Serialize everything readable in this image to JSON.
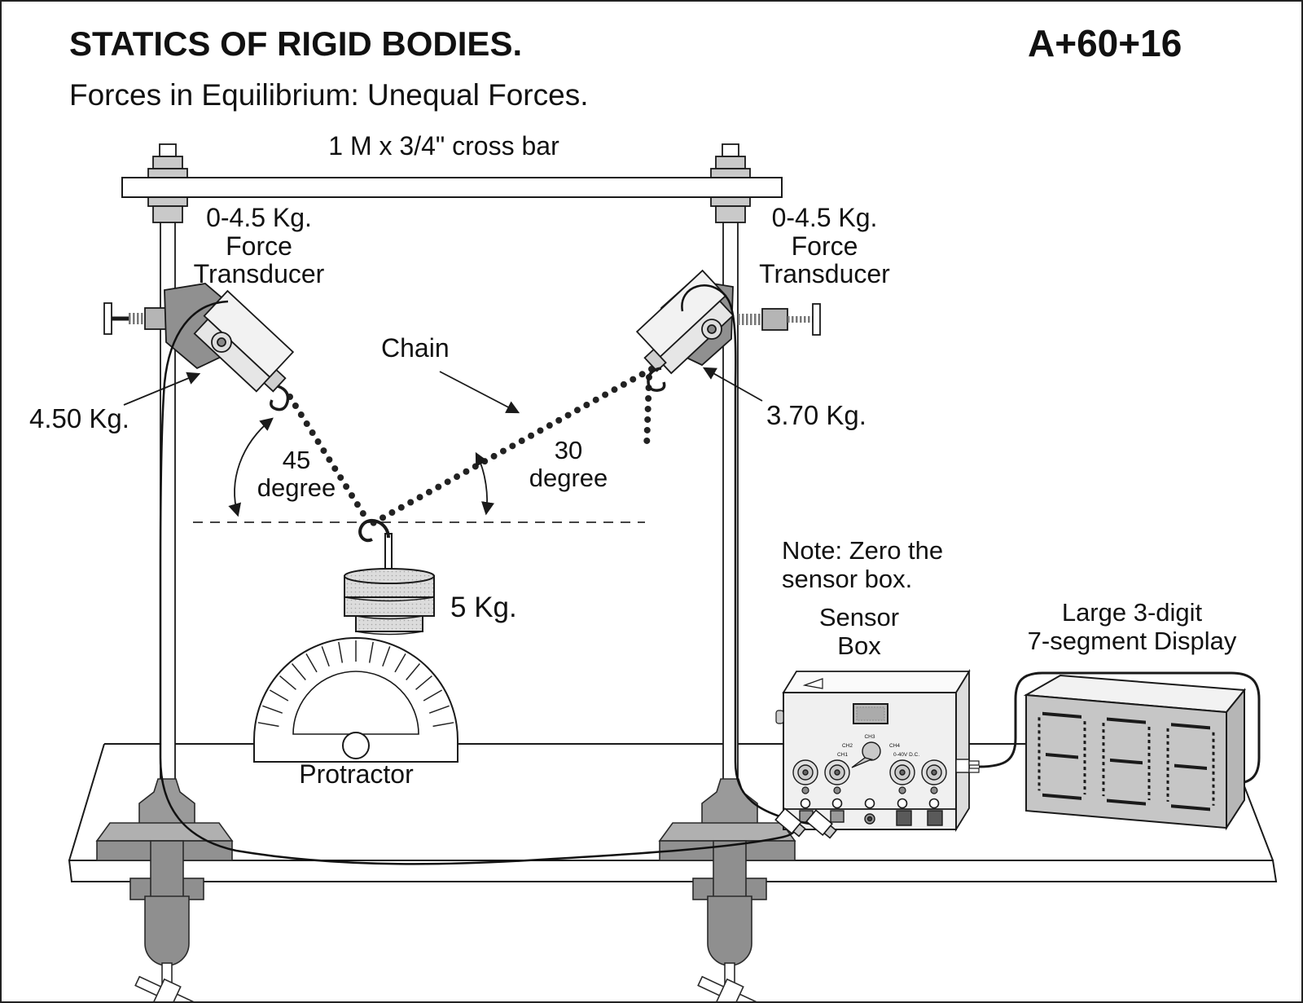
{
  "header": {
    "title": "STATICS OF RIGID BODIES.",
    "subtitle": "Forces in Equilibrium:  Unequal Forces.",
    "code": "A+60+16"
  },
  "labels": {
    "cross_bar": "1 M x 3/4\" cross bar",
    "left_transducer": "0-4.5 Kg.\nForce\nTransducer",
    "right_transducer": "0-4.5 Kg.\nForce\nTransducer",
    "chain": "Chain",
    "left_force": "4.50 Kg.",
    "right_force": "3.70 Kg.",
    "left_angle": "45\ndegree",
    "right_angle": "30\ndegree",
    "weight": "5 Kg.",
    "protractor": "Protractor",
    "note": "Note: Zero the\nsensor box.",
    "sensor_box": "Sensor\nBox",
    "display": "Large 3-digit\n7-segment Display"
  },
  "sensor_panel": {
    "selector_labels": [
      "CH1",
      "CH2",
      "CH3",
      "CH4",
      "0-40V D.C."
    ]
  },
  "diagram_values": {
    "left_angle_deg": 45,
    "right_angle_deg": 30,
    "left_force_kg": 4.5,
    "right_force_kg": 3.7,
    "hanging_weight_kg": 5,
    "transducer_range_kg": "0-4.5"
  },
  "colors": {
    "ink": "#1a1a1a",
    "gray_light": "#ececec",
    "gray_mid": "#b9b9b9",
    "gray_dark": "#8f8f8f",
    "display_face": "#c6c6c6"
  }
}
